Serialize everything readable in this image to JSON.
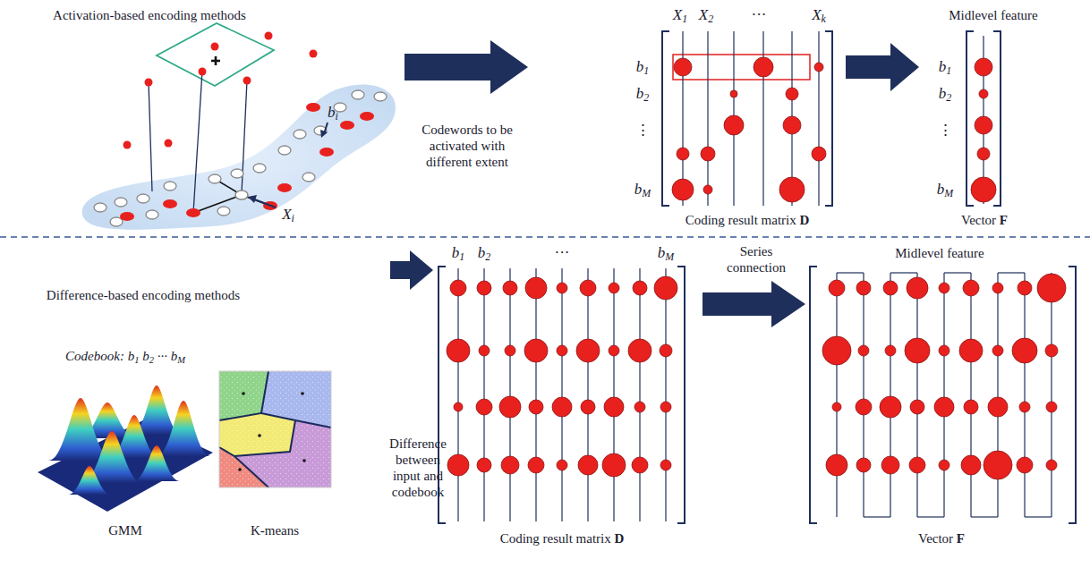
{
  "diagram": {
    "labels": [
      "Activation-based encoding methods",
      "Codewords to be activated with different extent",
      "X1",
      "X2",
      "···",
      "Xk",
      "b1",
      "b2",
      "⋮",
      "bM",
      "Coding result matrix D",
      "Midlevel feature",
      "b1",
      "b2",
      "⋮",
      "bM",
      "Vector F",
      "bi",
      "Xi",
      "Difference-based encoding methods",
      "Codebook: b1 b2 ··· bM",
      "GMM",
      "K-means",
      "Difference between input and codebook",
      "b1",
      "b2",
      "···",
      "bM",
      "Coding result matrix D",
      "Series connection",
      "Midlevel feature",
      "Vector F"
    ]
  }
}
